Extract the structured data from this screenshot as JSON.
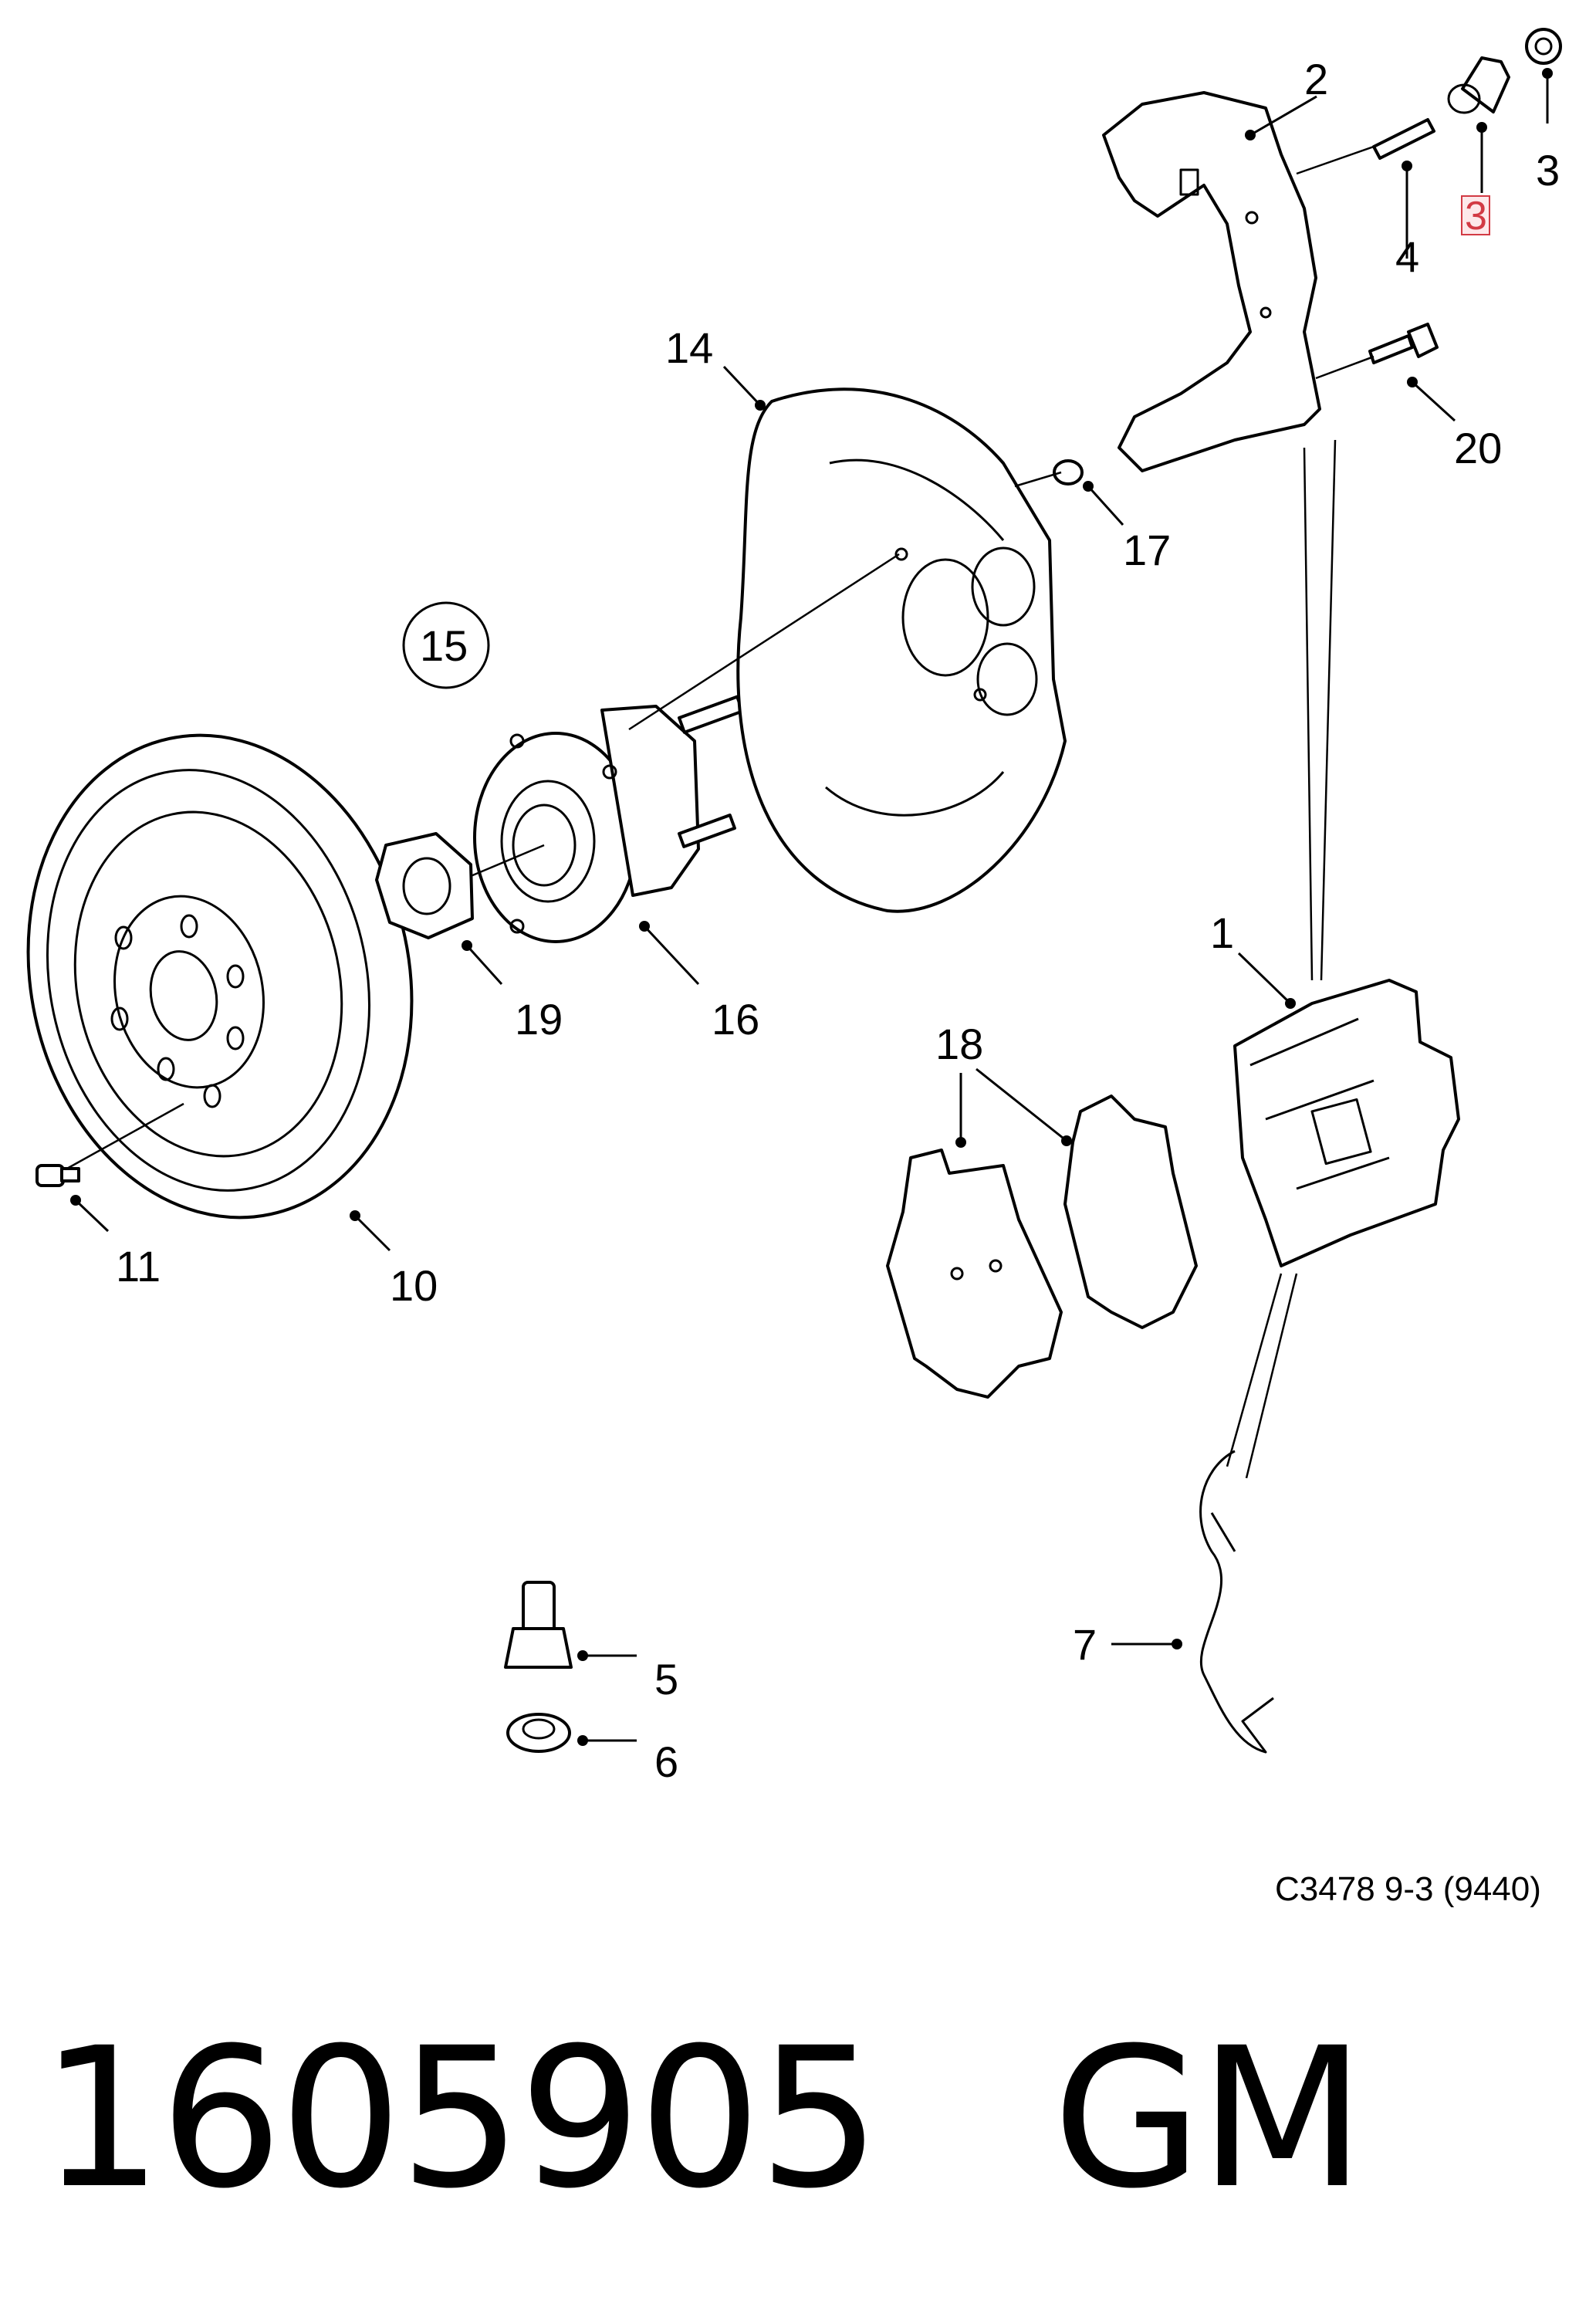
{
  "diagram": {
    "reference": "C3478 9-3 (9440)",
    "callouts": {
      "c1": "1",
      "c2": "2",
      "c3a": "3",
      "c3b": "3",
      "c4": "4",
      "c5": "5",
      "c6": "6",
      "c7": "7",
      "c10": "10",
      "c11": "11",
      "c14": "14",
      "c15": "15",
      "c16": "16",
      "c17": "17",
      "c18": "18",
      "c19": "19",
      "c20": "20"
    },
    "highlight_color": "#d23a44"
  },
  "footer": {
    "part_number": "1605905   GM"
  }
}
